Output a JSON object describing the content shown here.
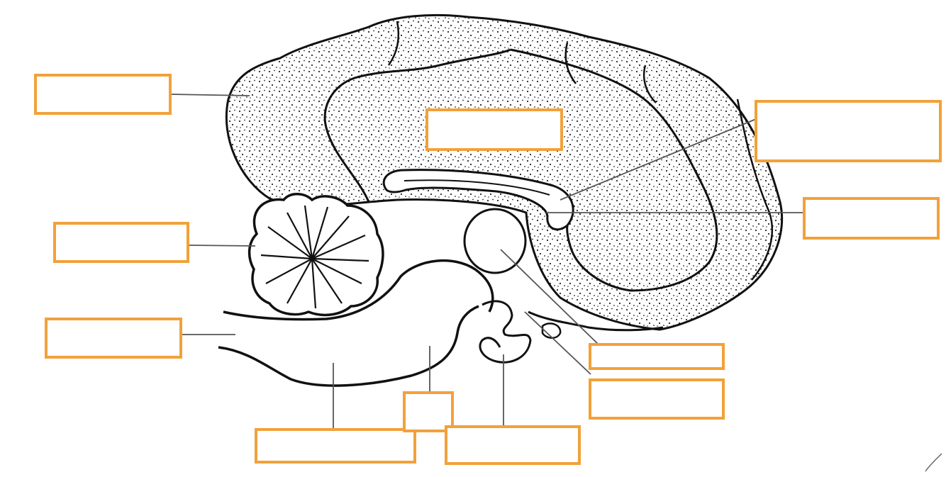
{
  "diagram": {
    "subject": "sagittal-section-of-sheep-brain",
    "label_box_color": "#f2a13a",
    "line_color": "#555555",
    "outline_color": "#111111",
    "labels": [
      {
        "id": "label-top-left",
        "text": ""
      },
      {
        "id": "label-center",
        "text": ""
      },
      {
        "id": "label-top-right",
        "text": ""
      },
      {
        "id": "label-right",
        "text": ""
      },
      {
        "id": "label-cerebellum",
        "text": ""
      },
      {
        "id": "label-brainstem",
        "text": ""
      },
      {
        "id": "label-bottom-left",
        "text": ""
      },
      {
        "id": "label-bottom-small",
        "text": ""
      },
      {
        "id": "label-bottom-middle",
        "text": ""
      },
      {
        "id": "label-thalamus",
        "text": ""
      },
      {
        "id": "label-hypothalamus",
        "text": ""
      }
    ]
  }
}
